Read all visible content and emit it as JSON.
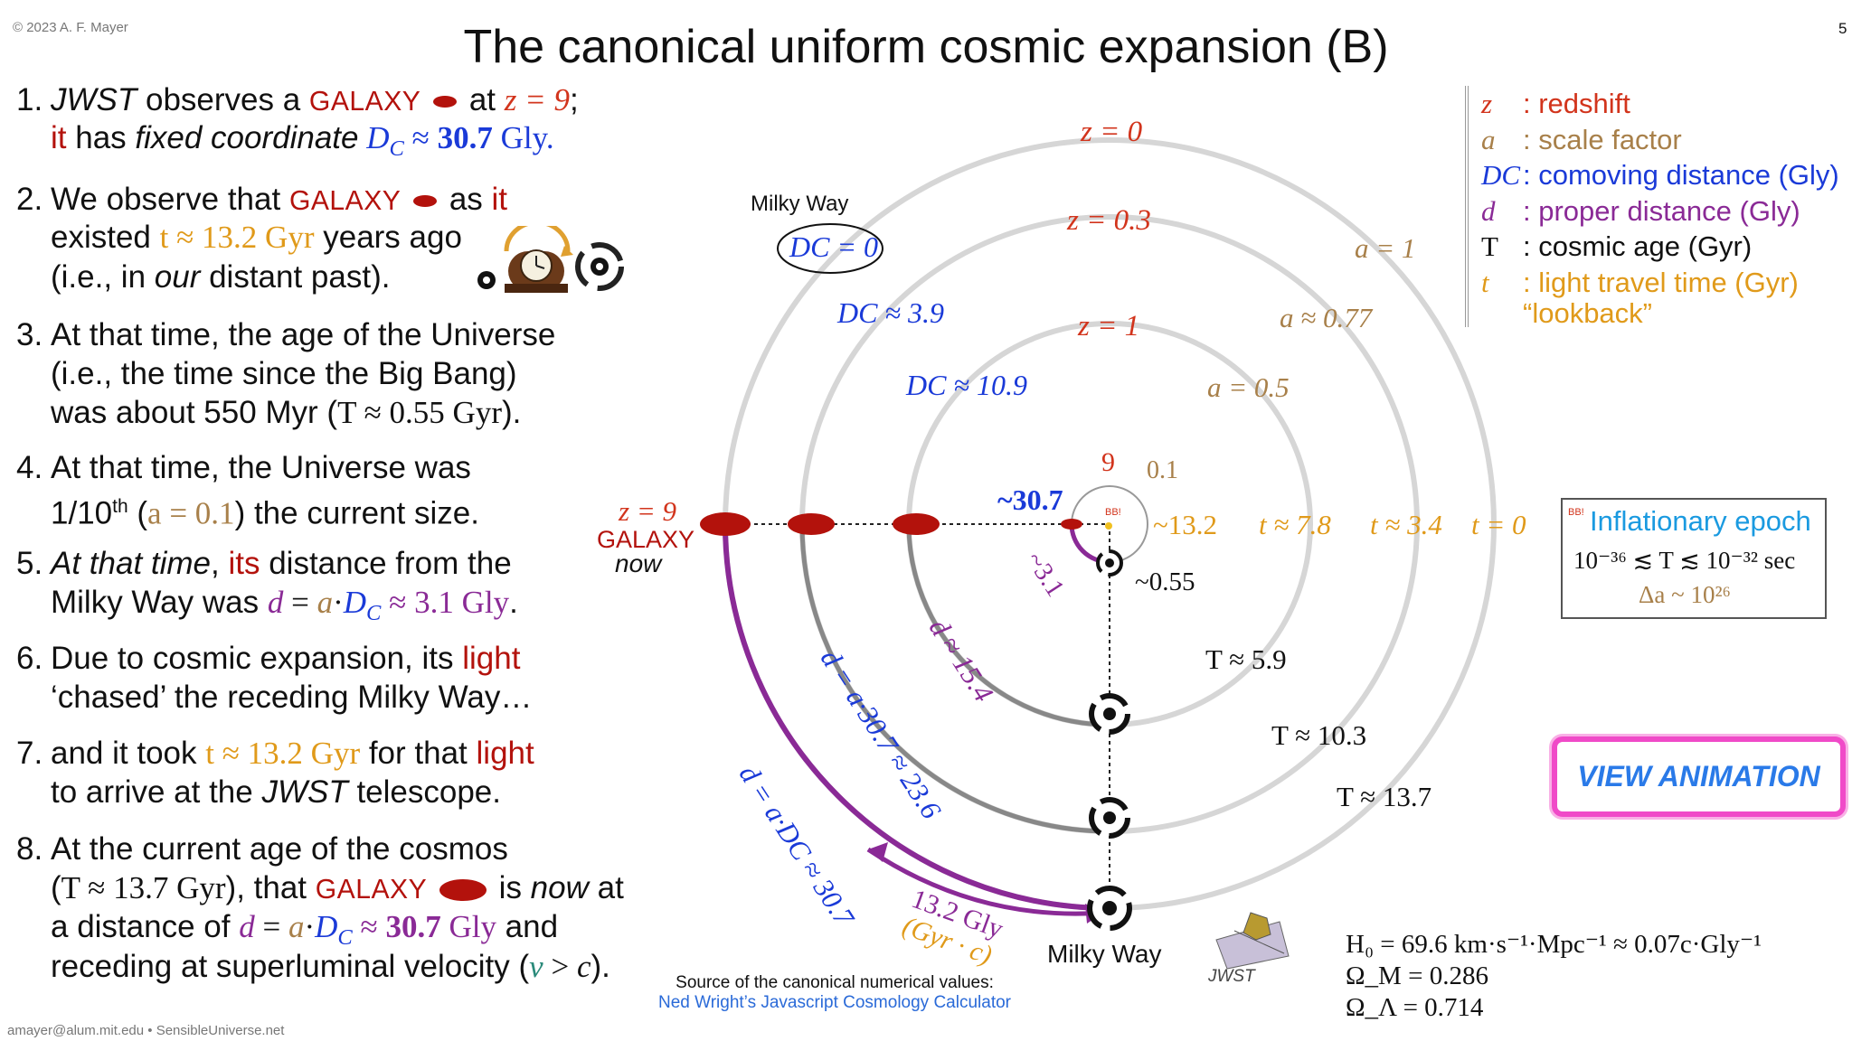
{
  "header": {
    "copyright": "© 2023 A. F. Mayer",
    "title": "The canonical uniform cosmic expansion (B)",
    "page_number": "5"
  },
  "footer": "amayer@alum.mit.edu • SensibleUniverse.net",
  "steps": [
    {
      "num": "1.",
      "l1a": "JWST",
      "l1b": " observes a ",
      "l1c": "GALAXY",
      "l1d": " at ",
      "l1e": "z = 9",
      "l1f": ";",
      "l2a": "it",
      "l2b": " has ",
      "l2c": "fixed coordinate",
      "l2d": " D",
      "l2e": "C",
      "l2f": " ≈ ",
      "l2g": "30.7",
      "l2h": " Gly."
    },
    {
      "num": "2.",
      "l1a": "We observe that ",
      "l1b": "GALAXY",
      "l1c": " as ",
      "l1d": "it",
      "l2a": "existed ",
      "l2b": "t ≈ 13.2 Gyr",
      "l2c": " years ago",
      "l3a": "(i.e., in ",
      "l3b": "our",
      "l3c": " distant past)."
    },
    {
      "num": "3.",
      "l1": "At that time, the age of the Universe",
      "l2": "(i.e., the time since the Big Bang)",
      "l3a": "was about 550 Myr (",
      "l3b": "T ≈ 0.55 Gyr",
      "l3c": ")."
    },
    {
      "num": "4.",
      "l1": "At that time, the Universe was",
      "l2a": "1/10",
      "l2b": "th",
      "l2c": " (",
      "l2d": "a = 0.1",
      "l2e": ") the current size."
    },
    {
      "num": "5.",
      "l1a": "At that time",
      "l1b": ", ",
      "l1c": "its",
      "l1d": " distance from the",
      "l2a": "Milky Way was ",
      "l2b": "d",
      "l2c": " = ",
      "l2d": "a",
      "l2e": "·",
      "l2f": "D",
      "l2g": "C",
      "l2h": " ≈ 3.1 Gly",
      "l2i": "."
    },
    {
      "num": "6.",
      "l1a": "Due to cosmic expansion, its ",
      "l1b": "light",
      "l2": "‘chased’ the receding Milky Way…"
    },
    {
      "num": "7.",
      "l1a": "and it took ",
      "l1b": "t ≈ 13.2 Gyr",
      "l1c": " for that ",
      "l1d": "light",
      "l2a": "to arrive at the ",
      "l2b": "JWST",
      "l2c": " telescope."
    },
    {
      "num": "8.",
      "l1": "At the current age of the cosmos",
      "l2a": "(",
      "l2b": "T ≈ 13.7 Gyr",
      "l2c": "), that ",
      "l2d": "GALAXY",
      "l2e": " is ",
      "l2f": "now",
      "l2g": " at",
      "l3a": "a distance of ",
      "l3b": "d",
      "l3c": " = ",
      "l3d": "a",
      "l3e": "·",
      "l3f": "D",
      "l3g": "C",
      "l3h": " ≈ ",
      "l3i": "30.7",
      "l3j": " Gly",
      "l3k": " and",
      "l4a": "receding at superluminal velocity (",
      "l4b": "v",
      "l4c": " > ",
      "l4d": "c",
      "l4e": ")."
    }
  ],
  "legend": [
    {
      "sym": "z",
      "text": ": redshift",
      "color": "#d2341c"
    },
    {
      "sym": "a",
      "text": ": scale factor",
      "color": "#a8804a"
    },
    {
      "sym": "DC",
      "text": ": comoving distance (Gly)",
      "color": "#1a3ad8"
    },
    {
      "sym": "d",
      "text": ": proper distance (Gly)",
      "color": "#8a2a96"
    },
    {
      "sym": "T",
      "text": ": cosmic age (Gyr)",
      "color": "#111111"
    },
    {
      "sym": "t",
      "text": ": light travel time (Gyr)",
      "color": "#e09a1a"
    },
    {
      "sym": "",
      "text": "“lookback”",
      "color": "#e09a1a"
    }
  ],
  "inflation": {
    "title": "Inflationary epoch",
    "line2": "10⁻³⁶ ≲ T ≲ 10⁻³² sec",
    "line3": "Δa ~ 10²⁶"
  },
  "view_button": "VIEW ANIMATION",
  "params": {
    "h0": "H₀  = 69.6 km·s⁻¹·Mpc⁻¹ ≈ 0.07c·Gly⁻¹",
    "om": "Ω_M = 0.286",
    "ol": "Ω_Λ = 0.714"
  },
  "source": {
    "line1": "Source of the canonical numerical values:",
    "link": "Ned Wright’s Javascript Cosmology Calculator"
  },
  "diagram": {
    "z_labels": [
      "z = 0",
      "z = 0.3",
      "z = 1",
      "9"
    ],
    "a_labels": [
      "a = 1",
      "a ≈ 0.77",
      "a = 0.5",
      "0.1"
    ],
    "dc_labels": [
      "DC = 0",
      "DC ≈ 3.9",
      "DC ≈ 10.9",
      "~30.7"
    ],
    "t_labels": [
      "t = 0",
      "t ≈ 3.4",
      "t ≈ 7.8",
      "~13.2"
    ],
    "T_labels": [
      "T ≈ 13.7",
      "T ≈ 10.3",
      "T ≈ 5.9",
      "~0.55"
    ],
    "d_labels": [
      "d = a·DC ≈ 30.7",
      "d = a·30.7 ≈ 23.6",
      "d ≈ 15.4",
      "~3.1"
    ],
    "milky_way_top": "Milky Way",
    "milky_way_bottom": "Milky Way",
    "galaxy_left": {
      "z": "z = 9",
      "name": "GALAXY",
      "when": "now"
    },
    "travel": {
      "line1": "13.2 Gly",
      "line2": "(Gyr · c)"
    },
    "bb_label": "BB!",
    "jwst_label": "JWST"
  }
}
